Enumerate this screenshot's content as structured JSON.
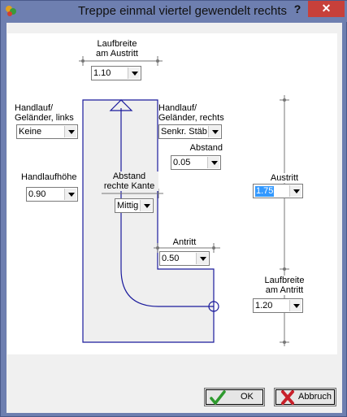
{
  "window": {
    "title": "Treppe einmal viertel gewendelt rechts",
    "help_label": "?",
    "close_label": "✕"
  },
  "labels": {
    "laufbreite_austritt": [
      "Laufbreite",
      "am Austritt"
    ],
    "handlauf_links": [
      "Handlauf/",
      "Geländer, links"
    ],
    "handlauf_rechts": [
      "Handlauf/",
      "Geländer, rechts"
    ],
    "abstand": "Abstand",
    "handlaufhoehe": "Handlaufhöhe",
    "abstand_rechte_kante": [
      "Abstand",
      "rechte Kante"
    ],
    "austritt": "Austritt",
    "antritt": "Antritt",
    "laufbreite_antritt": [
      "Laufbreite",
      "am Antritt"
    ]
  },
  "fields": {
    "laufbreite_austritt": "1.10",
    "handlauf_links": "Keine",
    "handlauf_rechts": "Senkr. Stäb",
    "abstand": "0.05",
    "handlaufhoehe": "0.90",
    "abstand_rechte_kante": "Mittig",
    "austritt": "1.75",
    "antritt": "0.50",
    "laufbreite_antritt": "1.20"
  },
  "buttons": {
    "ok": "OK",
    "cancel": "Abbruch"
  },
  "icons": {
    "app": "stairs-app-icon",
    "ok": "green-check-icon",
    "cancel": "red-x-icon"
  },
  "colors": {
    "titlebar": "#6e7fb0",
    "close": "#c7403a",
    "stair_outline": "#1a1a9c",
    "stair_fill": "#efefef",
    "selection": "#3399ff"
  }
}
